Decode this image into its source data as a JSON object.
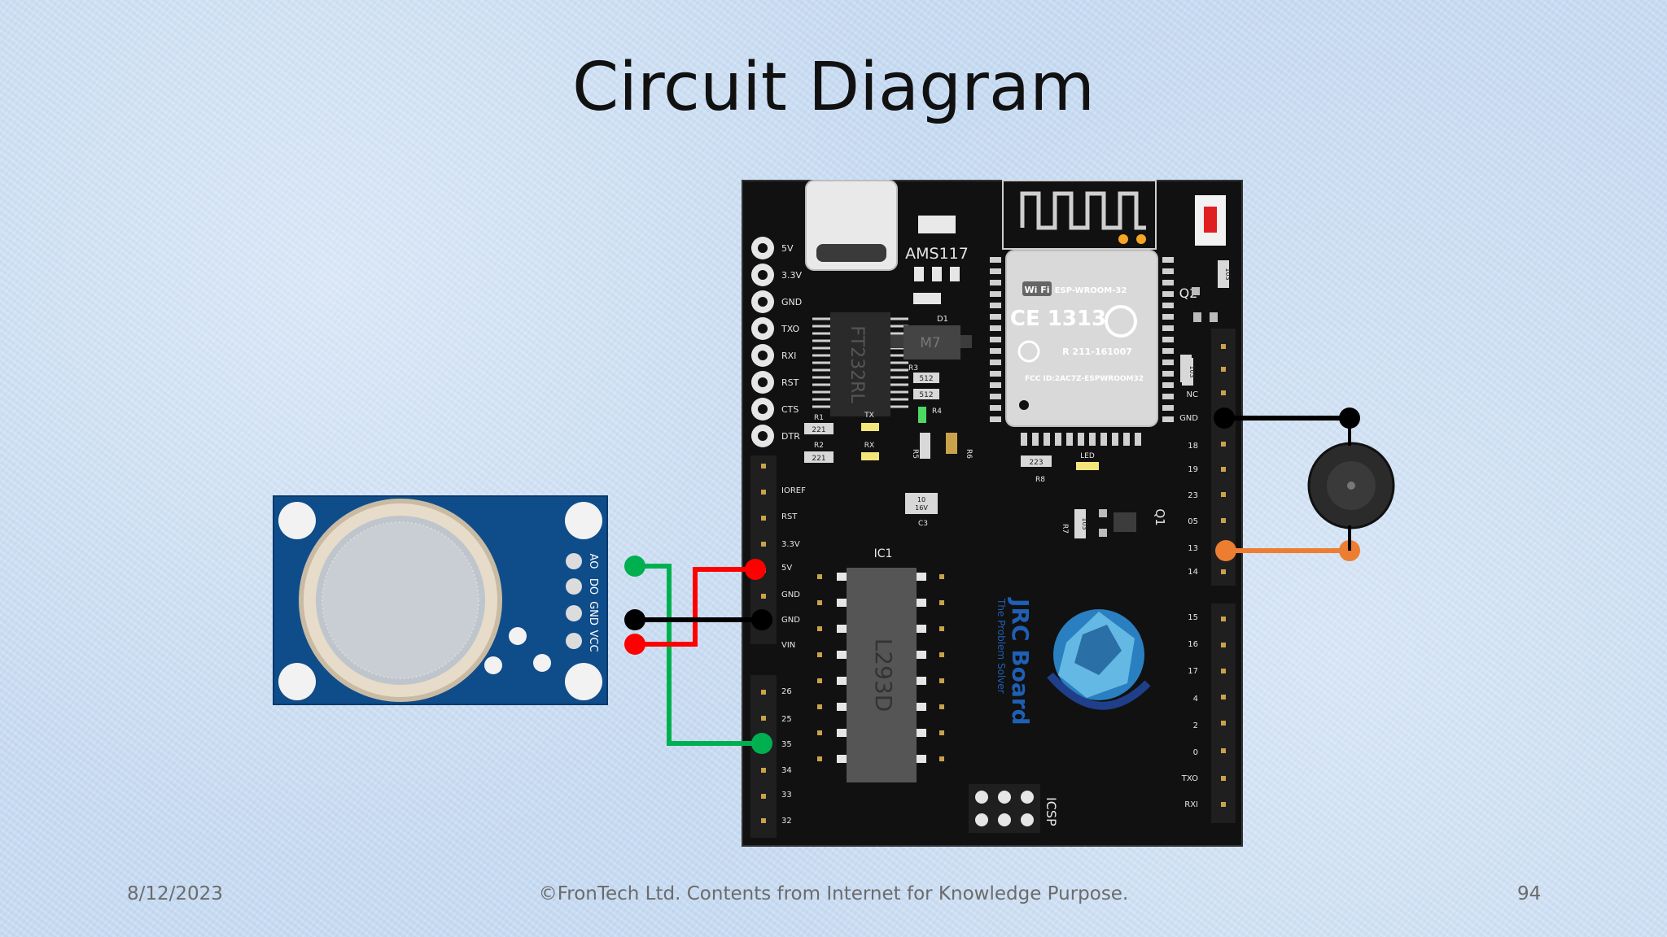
{
  "slide": {
    "title": "Circuit Diagram",
    "date": "8/12/2023",
    "footer": "©FronTech Ltd. Contents from Internet for Knowledge Purpose.",
    "page_number": "94"
  },
  "sensor": {
    "pins": [
      "AO",
      "DO",
      "GND",
      "VCC"
    ]
  },
  "board": {
    "name": "JRC Board",
    "tagline": "The Problem Solver",
    "regulator": "AMS117",
    "usb_chip": "FT232RL",
    "diode": "D1",
    "diode_code": "M7",
    "driver_label": "IC1",
    "driver_chip": "L293D",
    "icsp": "ICSP",
    "module_wifi": "Wi Fi",
    "module_name": "ESP-WROOM-32",
    "module_ce": "CE 1313",
    "module_r": "R 211-161007",
    "module_fcc": "FCC ID:2AC7Z-ESPWROOM32",
    "q2": "Q2",
    "q1": "Q1",
    "led_label": "LED",
    "tx": "TX",
    "rx": "RX",
    "c3_line1": "10",
    "c3_line2": "16V",
    "c3": "C3",
    "r_labels": [
      "R1",
      "R2",
      "R3",
      "R4",
      "R5",
      "R6",
      "R7",
      "R8"
    ],
    "resistor_values": [
      "221",
      "221",
      "512",
      "512",
      "223",
      "103",
      "103",
      "103",
      "103"
    ],
    "top_left_pins": [
      "5V",
      "3.3V",
      "GND",
      "TXO",
      "RXI",
      "RST",
      "CTS",
      "DTR"
    ],
    "power_pins": [
      "IOREF",
      "RST",
      "3.3V",
      "5V",
      "GND",
      "GND",
      "VIN"
    ],
    "analog_pins": [
      "26",
      "25",
      "35",
      "34",
      "33",
      "32"
    ],
    "right_pins_top": [
      "NC",
      "GND",
      "18",
      "19",
      "23",
      "05",
      "13",
      "14"
    ],
    "right_pins_bottom": [
      "15",
      "16",
      "17",
      "4",
      "2",
      "0",
      "TXO",
      "RXI"
    ]
  },
  "wires": {
    "colors": {
      "green": "#00b050",
      "red": "#ff0000",
      "black": "#000000",
      "orange": "#ed7d31"
    }
  }
}
